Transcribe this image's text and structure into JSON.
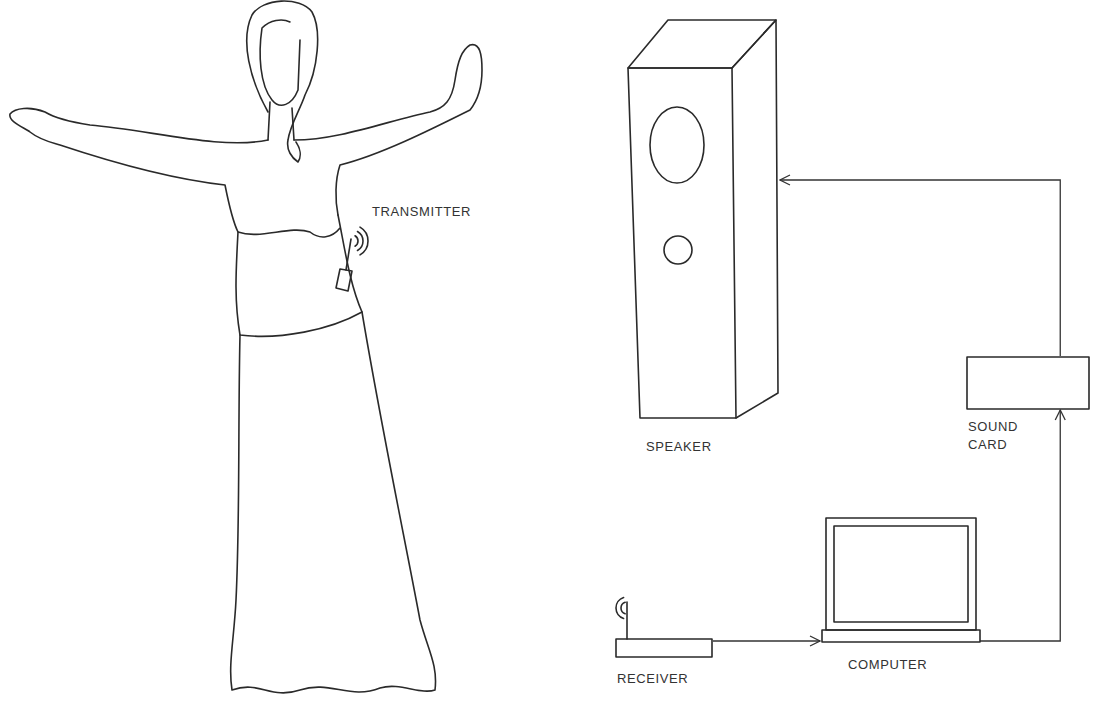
{
  "diagram": {
    "nodes": [
      {
        "text": [
          "TRANSMITTER"
        ]
      },
      {
        "text": [
          "SPEAKER"
        ]
      },
      {
        "text": [
          "SOUND CARD"
        ]
      },
      {
        "text": [
          "RECEIVER"
        ]
      },
      {
        "text": [
          "COMPUTER"
        ]
      }
    ],
    "edges": [
      {
        "from": 3,
        "to": 4,
        "arrow": "to"
      },
      {
        "from": 4,
        "to": 2,
        "arrow": "to"
      },
      {
        "from": 2,
        "to": 1,
        "arrow": "to"
      }
    ]
  }
}
